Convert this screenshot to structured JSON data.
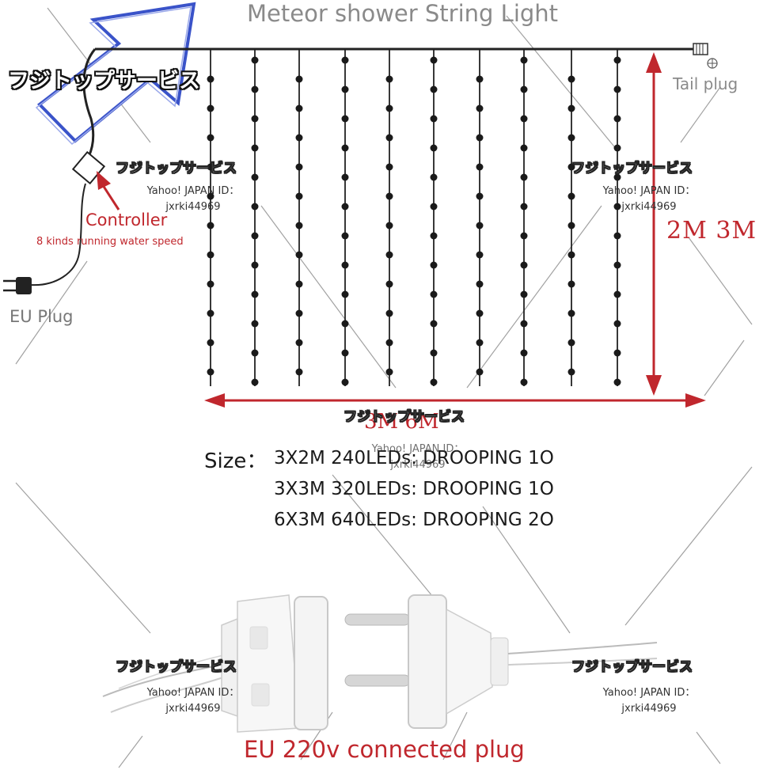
{
  "title": "Meteor shower String Light",
  "labels": {
    "tail_plug": "Tail plug",
    "controller": "Controller",
    "controller_note": "8 kinds running water speed",
    "eu_plug": "EU Plug",
    "height_dims": "2M 3M",
    "width_dims": "3M 6M"
  },
  "sizes": {
    "label": "Size：",
    "lines": [
      "3X2M 240LEDs: DROOPING 1O",
      "3X3M 320LEDs: DROOPING 1O",
      "6X3M 640LEDs: DROOPING 2O"
    ]
  },
  "plug_caption": "EU 220v connected plug",
  "watermark": {
    "brand": "フジトップサービス",
    "id_line1": "Yahoo! JAPAN ID：",
    "id_line2": "jxrki44969"
  },
  "colors": {
    "accent_red": "#c0272d",
    "wire": "#222222",
    "arrow_blue": "#3a53c9"
  }
}
